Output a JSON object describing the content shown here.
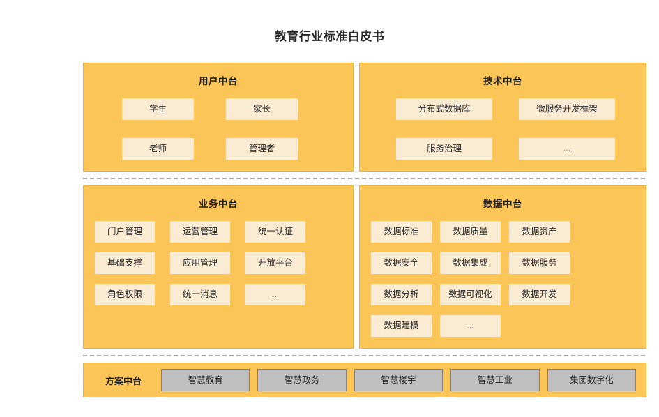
{
  "title": "教育行业标准白皮书",
  "panels": {
    "user": {
      "title": "用户中台",
      "items": [
        "学生",
        "家长",
        "老师",
        "管理者"
      ]
    },
    "tech": {
      "title": "技术中台",
      "items": [
        "分布式数据库",
        "微服务开发框架",
        "服务治理",
        "..."
      ]
    },
    "business": {
      "title": "业务中台",
      "items": [
        "门户管理",
        "运营管理",
        "统一认证",
        "基础支撑",
        "应用管理",
        "开放平台",
        "角色权限",
        "统一消息",
        "..."
      ]
    },
    "data": {
      "title": "数据中台",
      "items": [
        "数据标准",
        "数据质量",
        "数据资产",
        "数据安全",
        "数据集成",
        "数据服务",
        "数据分析",
        "数据可视化",
        "数据开发",
        "数据建模",
        "..."
      ]
    }
  },
  "bottom": {
    "label": "方案中台",
    "items": [
      "智慧教育",
      "智慧政务",
      "智慧楼宇",
      "智慧工业",
      "集团数字化"
    ]
  },
  "colors": {
    "panel_bg": "#fcc557",
    "panel_border": "#f0ae3c",
    "item_bg": "#faebd3",
    "solution_bg": "#bfbfbf",
    "solution_border": "#848484",
    "separator": "#a6a6a6",
    "text": "#262626",
    "page_bg": "#ffffff"
  }
}
